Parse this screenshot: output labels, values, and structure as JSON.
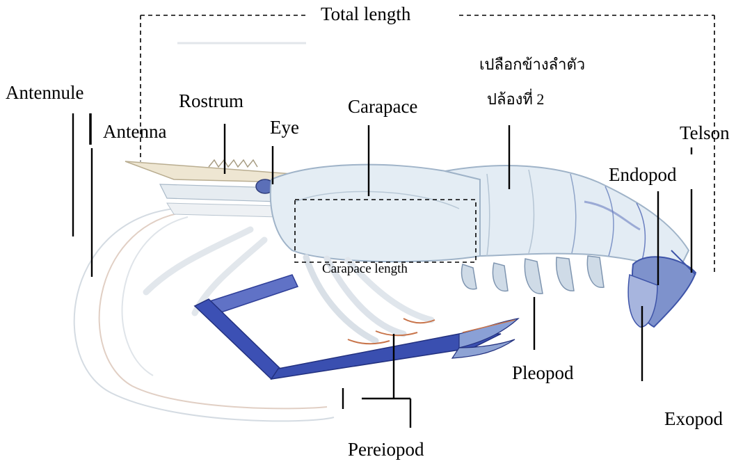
{
  "labels": {
    "total_length": "Total length",
    "antennule": "Antennule",
    "rostrum": "Rostrum",
    "antenna": "Antenna",
    "eye": "Eye",
    "carapace": "Carapace",
    "side_shell_line1": "เปลือกข้างลำตัว",
    "side_shell_line2": "ปล้องที่ 2",
    "telson": "Telson",
    "endopod": "Endopod",
    "carapace_length": "Carapace length",
    "pleopod": "Pleopod",
    "exopod": "Exopod",
    "pereiopod": "Pereiopod"
  },
  "colors": {
    "body": "#e6eef5",
    "body_stroke": "#9fb3c8",
    "claw_blue": "#3a4fb0",
    "tail_blue": "#6a7fc0",
    "orange_tip": "#c8744a"
  }
}
